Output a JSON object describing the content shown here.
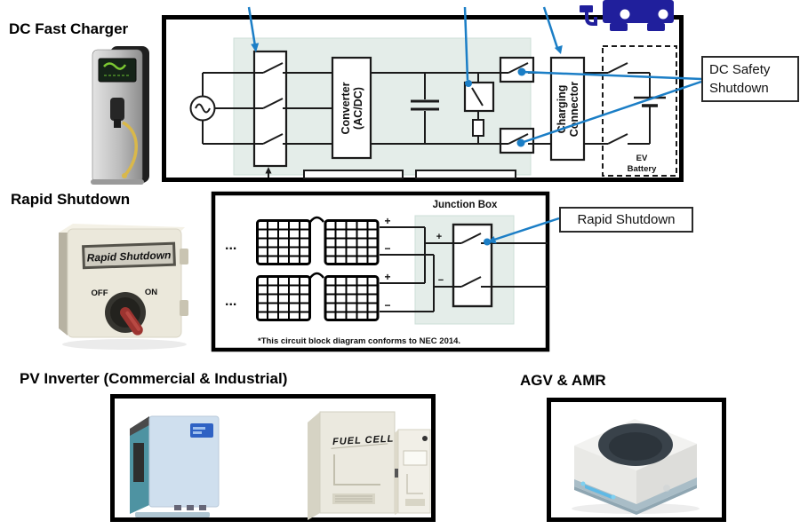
{
  "colors": {
    "annotation_blue": "#1b7ec6",
    "panel_teal": "#e4ede9",
    "car_navy": "#201f9c"
  },
  "dc_fast_charger": {
    "title": "DC Fast Charger",
    "callout": {
      "line1": "DC Safety",
      "line2": "Shutdown"
    },
    "converter": {
      "line1": "Converter",
      "line2": "(AC/DC)"
    },
    "charging_connector": {
      "line1": "Charging",
      "line2": "Connector"
    },
    "ev_battery": {
      "line1": "EV",
      "line2": "Battery"
    }
  },
  "rapid_shutdown": {
    "title": "Rapid Shutdown",
    "device": {
      "label": "Rapid Shutdown",
      "off": "OFF",
      "on": "ON"
    },
    "junction_box_label": "Junction Box",
    "callout": "Rapid Shutdown",
    "string1": {
      "plus": "+",
      "minus": "−",
      "ellipsis": "..."
    },
    "string2": {
      "plus": "+",
      "minus": "−",
      "ellipsis": "..."
    },
    "junction": {
      "plus": "+",
      "minus": "−"
    },
    "footnote": "*This circuit block diagram conforms to NEC 2014."
  },
  "pv_inverter": {
    "title": "PV Inverter (Commercial & Industrial)",
    "fuel_cell_label": "FUEL CELL"
  },
  "agv_amr": {
    "title": "AGV & AMR"
  }
}
